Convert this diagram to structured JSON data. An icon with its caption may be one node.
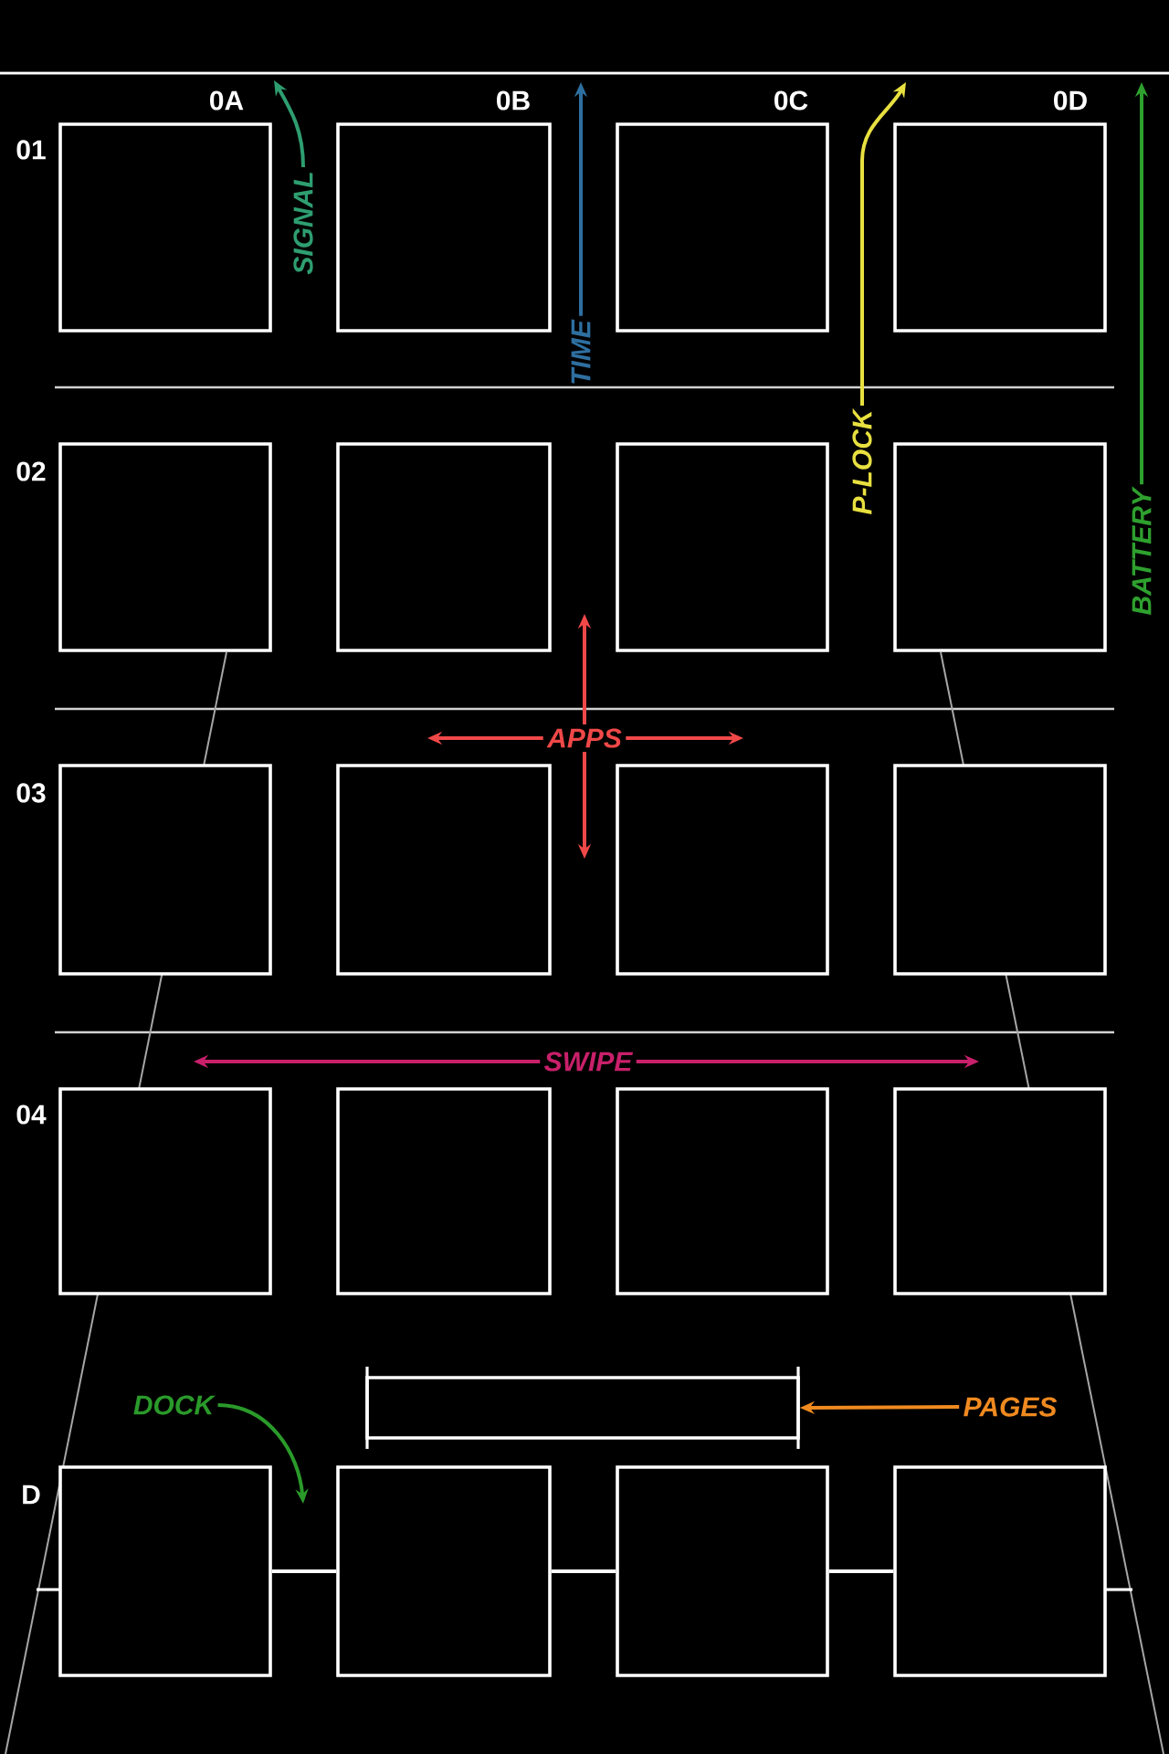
{
  "diagram": {
    "nodes": [
      {
        "text": [],
        "shape": "box"
      },
      {
        "text": [],
        "shape": "box"
      },
      {
        "text": [],
        "shape": "box"
      },
      {
        "text": [],
        "shape": "box"
      },
      {
        "text": [],
        "shape": "box"
      },
      {
        "text": [],
        "shape": "box"
      },
      {
        "text": [],
        "shape": "box"
      },
      {
        "text": [],
        "shape": "box"
      },
      {
        "text": [],
        "shape": "box"
      },
      {
        "text": [],
        "shape": "box"
      },
      {
        "text": [],
        "shape": "box"
      },
      {
        "text": [],
        "shape": "box"
      },
      {
        "text": [],
        "shape": "box"
      },
      {
        "text": [],
        "shape": "box"
      },
      {
        "text": [],
        "shape": "box"
      },
      {
        "text": [],
        "shape": "box"
      },
      {
        "text": [],
        "shape": "box"
      },
      {
        "text": [],
        "shape": "box"
      },
      {
        "text": [],
        "shape": "box"
      },
      {
        "text": [],
        "shape": "box"
      },
      {
        "text": [],
        "shape": "bar"
      },
      {
        "text": [
          "SIGNAL"
        ]
      },
      {
        "text": [
          "TIME"
        ]
      },
      {
        "text": [
          "P-LOCK"
        ]
      },
      {
        "text": [
          "BATTERY"
        ]
      },
      {
        "text": [
          "APPS"
        ]
      },
      {
        "text": [
          "SWIPE"
        ]
      },
      {
        "text": [
          "DOCK"
        ]
      },
      {
        "text": [
          "PAGES"
        ]
      }
    ],
    "edges": [
      {
        "from": 21,
        "to": null,
        "arrow": "to",
        "color": "#2e9e70"
      },
      {
        "from": 22,
        "to": null,
        "arrow": "to",
        "color": "#2e6fa0"
      },
      {
        "from": 23,
        "to": null,
        "arrow": "to",
        "color": "#e8e040"
      },
      {
        "from": 24,
        "to": null,
        "arrow": "to",
        "color": "#2ea02e"
      },
      {
        "from": 25,
        "to": null,
        "arrow": "to",
        "color": "#f04848"
      },
      {
        "from": 25,
        "to": null,
        "arrow": "to",
        "color": "#f04848"
      },
      {
        "from": 25,
        "to": null,
        "arrow": "to",
        "color": "#f04848"
      },
      {
        "from": 25,
        "to": null,
        "arrow": "to",
        "color": "#f04848"
      },
      {
        "from": 26,
        "to": null,
        "arrow": "to",
        "color": "#c8206a"
      },
      {
        "from": 26,
        "to": null,
        "arrow": "to",
        "color": "#c8206a"
      },
      {
        "from": 27,
        "to": null,
        "arrow": "to",
        "color": "#2a9a2a"
      },
      {
        "from": 28,
        "to": 20,
        "arrow": "to",
        "color": "#f08a20"
      },
      {
        "from": 16,
        "to": 17,
        "arrow": "none",
        "color": "#ffffff"
      },
      {
        "from": 17,
        "to": 18,
        "arrow": "none",
        "color": "#ffffff"
      },
      {
        "from": 18,
        "to": 19,
        "arrow": "none",
        "color": "#ffffff"
      }
    ],
    "labels": [
      "0A",
      "0B",
      "0C",
      "0D",
      "01",
      "02",
      "03",
      "04",
      "D"
    ]
  }
}
